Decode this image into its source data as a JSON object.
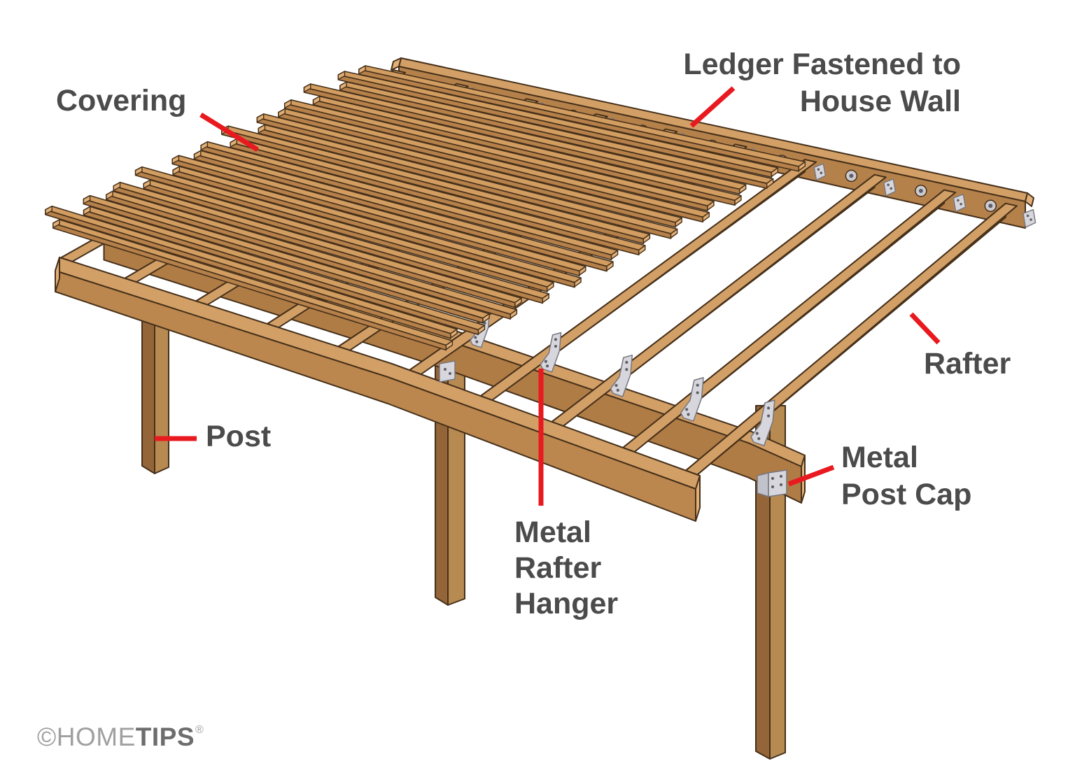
{
  "labels": {
    "covering": {
      "text": "Covering"
    },
    "ledger": {
      "line1": "Ledger Fastened to",
      "line2": "House Wall"
    },
    "post": {
      "text": "Post"
    },
    "rafter": {
      "text": "Rafter"
    },
    "rafter_hanger": {
      "line1": "Metal",
      "line2": "Rafter",
      "line3": "Hanger"
    },
    "post_cap": {
      "line1": "Metal",
      "line2": "Post Cap"
    }
  },
  "watermark": {
    "prefix": "©HOME",
    "suffix": "TIPS",
    "registered": "®"
  },
  "colors": {
    "background": "#ffffff",
    "label_text": "#4b4b4b",
    "leader_red": "#e8191f",
    "outline": "#46301a",
    "wood_top": "#d2a067",
    "wood_face": "#bb874e",
    "wood_side": "#a1713e",
    "wood_end": "#e2b077",
    "slat_top": "#d29d60",
    "slat_face": "#b5804a",
    "post_front": "#b78a52",
    "post_side": "#936539",
    "metal_fill": "#d6d6dc",
    "metal_shade": "#c2c2ca",
    "metal_stroke": "#75757e",
    "metal_dot": "#5e5e66",
    "logo_light": "#a0a0a0",
    "logo_bold": "#6d6d6d"
  }
}
